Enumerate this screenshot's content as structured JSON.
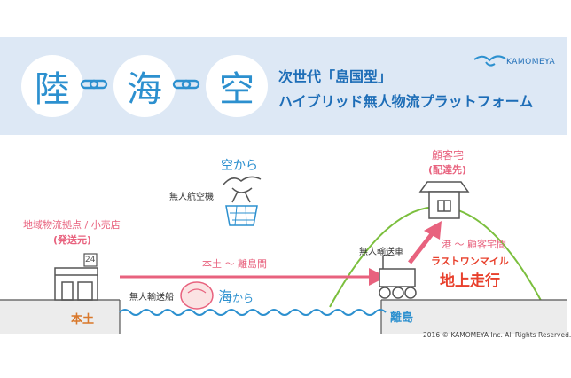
{
  "header": {
    "kanji": [
      "陸",
      "海",
      "空"
    ],
    "tagline_line1": "次世代「島国型」",
    "tagline_line2": "ハイブリッド無人物流プラットフォーム",
    "brand": "KAMOMEYA"
  },
  "diagram": {
    "sky_label": "空から",
    "drone_label": "無人航空機",
    "origin_title": "地域物流拠点 / 小売店",
    "origin_sub": "(発送元)",
    "store_number": "24",
    "route_label": "本土 〜 離島間",
    "ship_label": "無人輸送船",
    "sea_label": "海",
    "sea_label_suffix": "から",
    "mainland_label": "本土",
    "island_label": "離島",
    "dest_title": "顧客宅",
    "dest_sub": "(配達先)",
    "vehicle_label": "無人輸送車",
    "lastmile_route": "港 〜 顧客宅間",
    "lastmile_label": "ラストワンマイル",
    "ground_label": "地上走行",
    "copyright": "2016 © KAMOMEYA Inc. All Rights Reserved."
  },
  "colors": {
    "header_bg": "#dde8f5",
    "blue": "#2c90cf",
    "dark_blue": "#1d6db7",
    "pink": "#e8627e",
    "red": "#e8402c",
    "orange": "#d9782b",
    "green": "#7bbf3d",
    "dark": "#333333"
  }
}
